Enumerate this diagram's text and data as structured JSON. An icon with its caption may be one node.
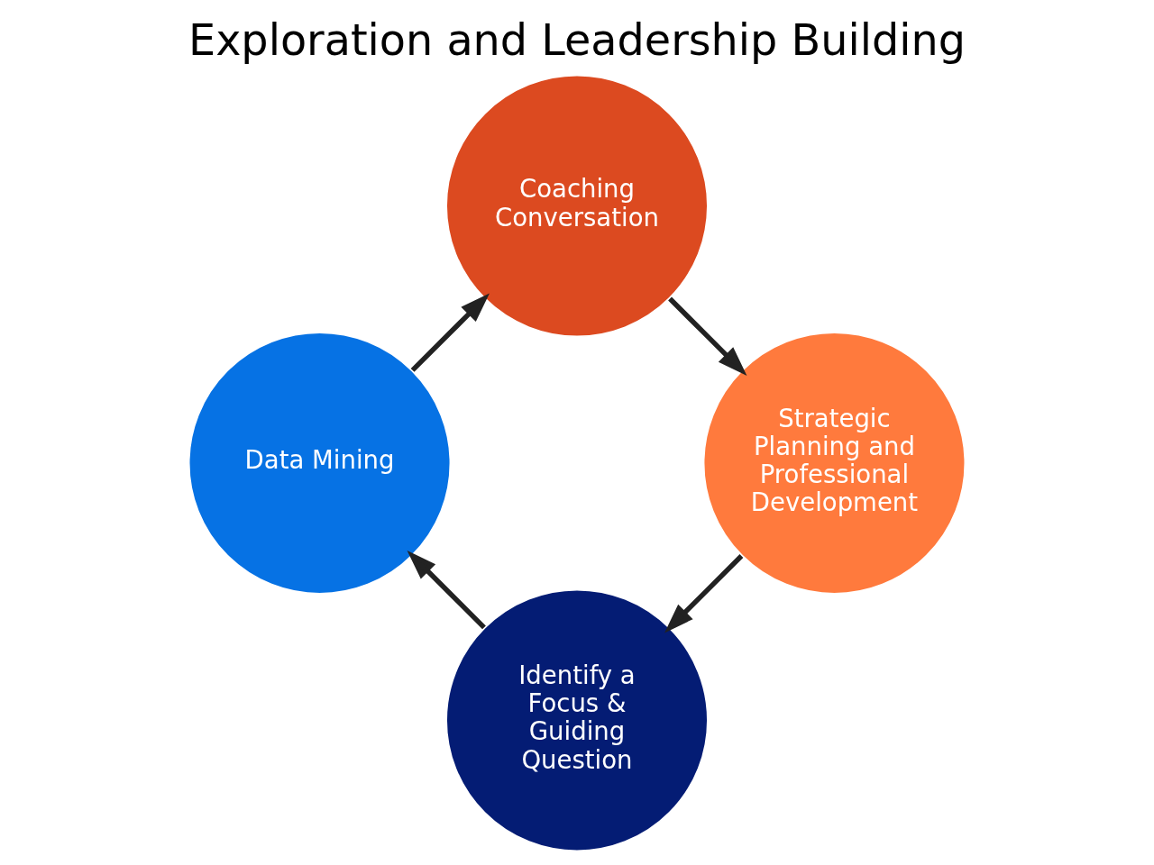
{
  "diagram": {
    "title": "Exploration and Leadership Building",
    "nodes": [
      {
        "text": [
          "Identify a Focus & Guiding Question"
        ]
      },
      {
        "text": [
          "Data Mining"
        ]
      },
      {
        "text": [
          "Coaching Conversation"
        ]
      },
      {
        "text": [
          "Strategic Planning and Professional Development"
        ]
      }
    ],
    "edges": [
      {
        "from": 0,
        "to": 1,
        "arrow": "to"
      },
      {
        "from": 1,
        "to": 2,
        "arrow": "to"
      },
      {
        "from": 2,
        "to": 3,
        "arrow": "to"
      },
      {
        "from": 3,
        "to": 0,
        "arrow": "to"
      }
    ]
  }
}
